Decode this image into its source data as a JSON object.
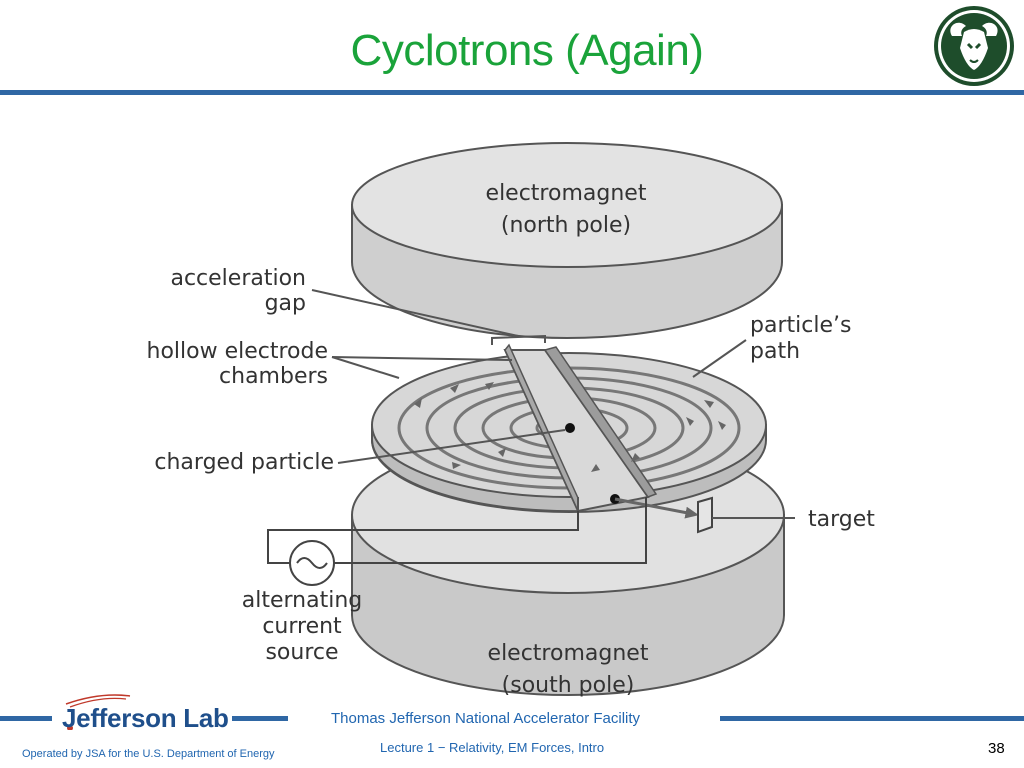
{
  "slide": {
    "title": "Cyclotrons (Again)",
    "page_number": "38"
  },
  "diagram": {
    "north_magnet": [
      "electromagnet",
      "(north pole)"
    ],
    "south_magnet": [
      "electromagnet",
      "(south pole)"
    ],
    "acceleration_gap": [
      "acceleration",
      "gap"
    ],
    "hollow_electrode": [
      "hollow electrode",
      "chambers"
    ],
    "charged_particle": "charged particle",
    "particles_path": [
      "particle’s",
      "path"
    ],
    "target": "target",
    "ac_source": [
      "alternating",
      "current",
      "source"
    ]
  },
  "footer": {
    "logo_text": "Jefferson Lab",
    "facility": "Thomas Jefferson National Accelerator Facility",
    "operated_by": "Operated by JSA for the U.S. Department of Energy",
    "lecture": "Lecture 1 − Relativity, EM Forces, Intro"
  },
  "colors": {
    "title_green": "#1aa33a",
    "rule_blue": "#2f67a4",
    "footer_text_blue": "#2166b0",
    "csu_green": "#1e4d2b"
  },
  "icons": {
    "top_right": "csu-ram-logo",
    "ac_symbol": "ac-source-symbol"
  }
}
